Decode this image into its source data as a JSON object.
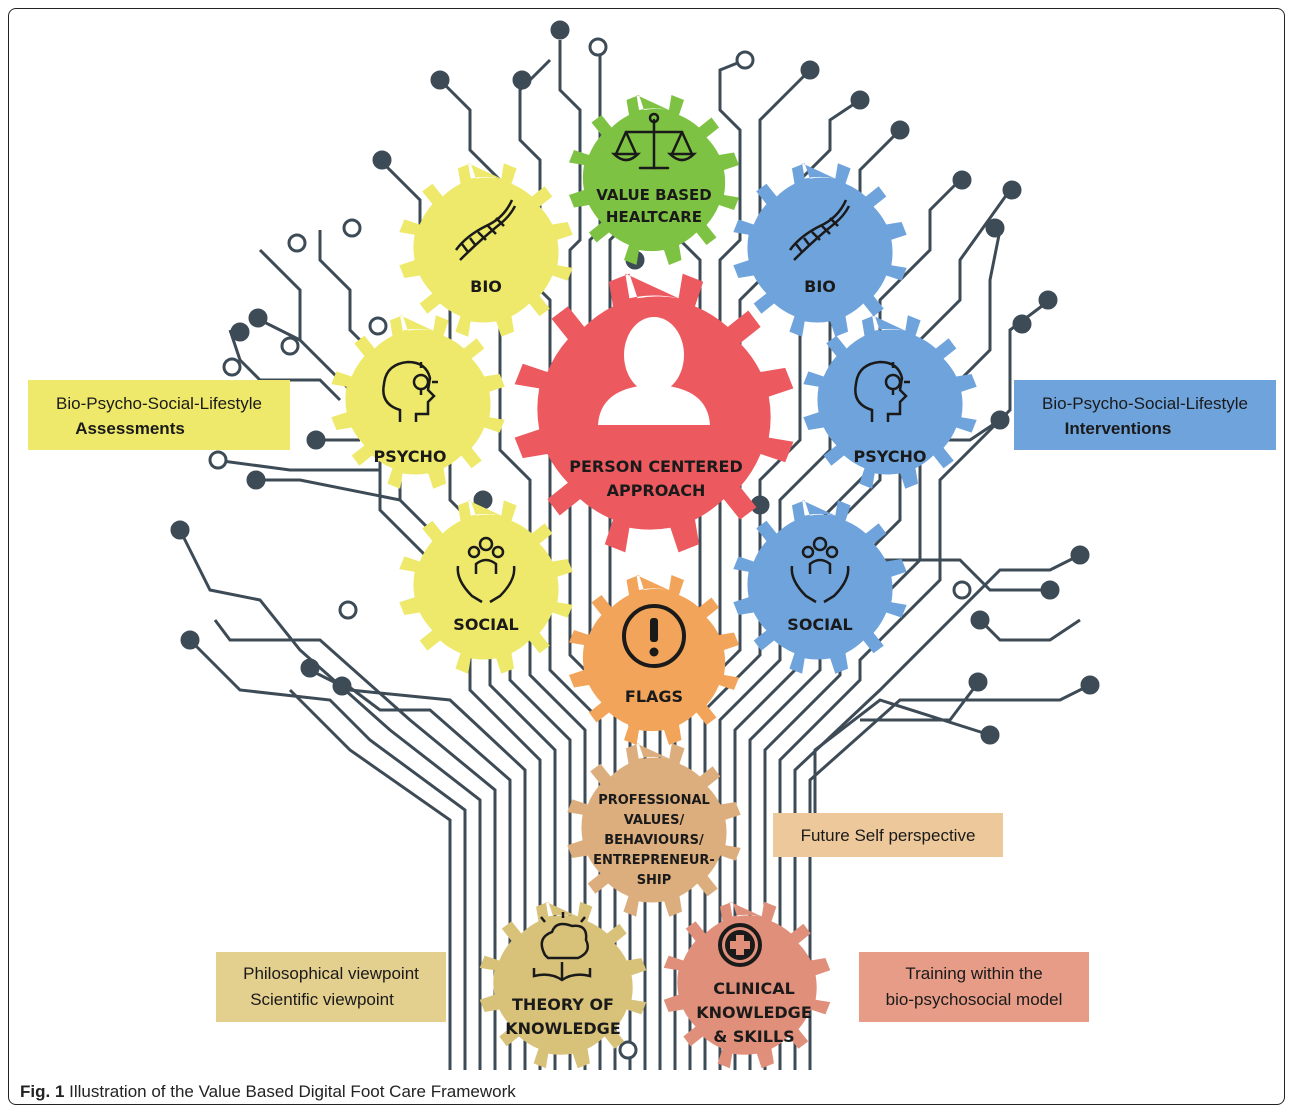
{
  "gears": {
    "value_based": {
      "line1": "VALUE BASED",
      "line2": "HEALTCARE",
      "color": "#7dc242",
      "icon": "scales-icon"
    },
    "bio_left": {
      "label": "BIO",
      "color": "#eee96a",
      "icon": "dna-icon"
    },
    "bio_right": {
      "label": "BIO",
      "color": "#6fa3dc",
      "icon": "dna-icon"
    },
    "person": {
      "line1": "PERSON CENTERED",
      "line2": "APPROACH",
      "color": "#ec5a5f",
      "icon": "person-icon"
    },
    "psycho_left": {
      "label": "PSYCHO",
      "color": "#eee96a",
      "icon": "head-lightbulb-icon"
    },
    "psycho_right": {
      "label": "PSYCHO",
      "color": "#6fa3dc",
      "icon": "head-lightbulb-icon"
    },
    "social_left": {
      "label": "SOCIAL",
      "color": "#eee96a",
      "icon": "hands-people-icon"
    },
    "social_right": {
      "label": "SOCIAL",
      "color": "#6fa3dc",
      "icon": "hands-people-icon"
    },
    "flags": {
      "label": "FLAGS",
      "color": "#f2a55a",
      "icon": "exclamation-icon"
    },
    "professional": {
      "line1": "PROFESSIONAL",
      "line2": "VALUES/",
      "line3": "BEHAVIOURS/",
      "line4": "ENTREPRENEUR-",
      "line5": "SHIP",
      "color": "#dcae7e"
    },
    "theory": {
      "line1": "THEORY OF",
      "line2": "KNOWLEDGE",
      "color": "#d8c27a",
      "icon": "brain-book-icon"
    },
    "clinical": {
      "line1": "CLINICAL",
      "line2": "KNOWLEDGE",
      "line3": "& SKILLS",
      "color": "#e0907a",
      "icon": "medical-cross-icon"
    }
  },
  "boxes": {
    "assessments": {
      "line1": "Bio-Psycho-Social-Lifestyle",
      "line2": "Assessments",
      "color": "#eee96a"
    },
    "interventions": {
      "line1": "Bio-Psycho-Social-Lifestyle",
      "line2": "Interventions",
      "color": "#6fa3dc"
    },
    "future_self": {
      "line1": "Future Self perspective",
      "color": "#ecc89a"
    },
    "philosophical": {
      "line1": "Philosophical viewpoint",
      "line2": "Scientific viewpoint",
      "color": "#e3cf8e"
    },
    "training": {
      "line1": "Training within the",
      "line2": "bio-psychosocial model",
      "color": "#e79c88"
    }
  },
  "caption": {
    "label": "Fig. 1",
    "text": "Illustration of the Value Based Digital Foot Care Framework"
  },
  "circuit_color": "#3d4b57"
}
